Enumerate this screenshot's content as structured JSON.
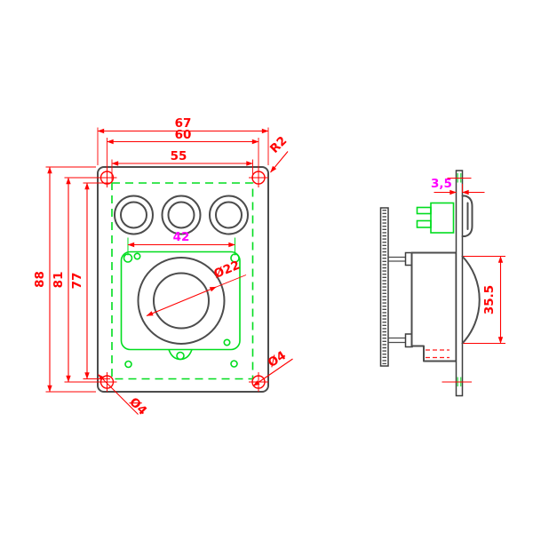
{
  "front_view": {
    "dimensions": {
      "overall_width": "67",
      "mount_hole_spacing_width": "60",
      "cutout_width": "55",
      "gasket_hole_spacing": "42",
      "overall_height": "88",
      "mount_hole_spacing_height": "81",
      "cutout_height": "77",
      "corner_radius": "R2",
      "center_hole_diameter": "Ø22",
      "mount_hole_diameter_bottom_right": "Ø4",
      "mount_hole_diameter_bottom_left": "Ø4"
    }
  },
  "side_view": {
    "dimensions": {
      "panel_thickness": "3,5",
      "insert_depth": "35.5"
    }
  },
  "colors": {
    "dimension_lines": "#ff0000",
    "highlight_labels": "#ff00ff",
    "gasket_and_connector": "#00dd1e",
    "part_outline": "#4c4c4c"
  }
}
